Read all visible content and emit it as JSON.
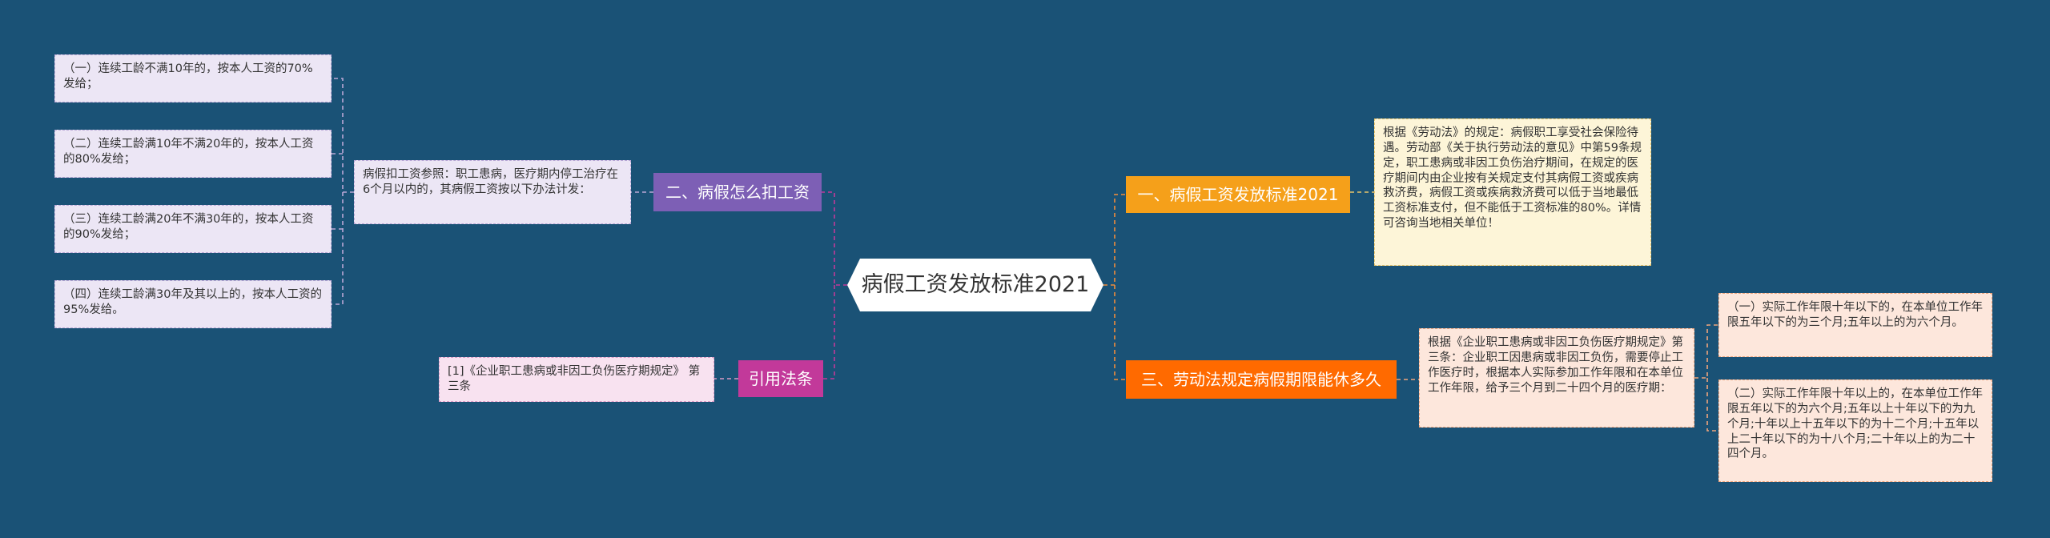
{
  "root": {
    "title": "病假工资发放标准2021"
  },
  "branches": {
    "left_top": "二、病假怎么扣工资",
    "left_bottom": "引用法条",
    "right_top": "一、病假工资发放标准2021",
    "right_bottom": "三、劳动法规定病假期限能休多久"
  },
  "leaves": {
    "deduct_intro": "病假扣工资参照：职工患病，医疗期内停工治疗在6个月以内的，其病假工资按以下办法计发：",
    "deduct_items": [
      "（一）连续工龄不满10年的，按本人工资的70%发给；",
      "（二）连续工龄满10年不满20年的，按本人工资的80%发给；",
      "（三）连续工龄满20年不满30年的，按本人工资的90%发给；",
      "（四）连续工龄满30年及其以上的，按本人工资的95%发给。"
    ],
    "citation": "[1]《企业职工患病或非因工负伤医疗期规定》 第三条",
    "standard": "根据《劳动法》的规定：病假职工享受社会保险待遇。劳动部《关于执行劳动法的意见》中第59条规定，职工患病或非因工负伤治疗期间，在规定的医疗期间内由企业按有关规定支付其病假工资或疾病救济费，病假工资或疾病救济费可以低于当地最低工资标准支付，但不能低于工资标准的80%。详情可咨询当地相关单位！",
    "period_intro": "根据《企业职工患病或非因工负伤医疗期规定》第三条：企业职工因患病或非因工负伤，需要停止工作医疗时，根据本人实际参加工作年限和在本单位工作年限，给予三个月到二十四个月的医疗期：",
    "period_items": [
      "（一）实际工作年限十年以下的，在本单位工作年限五年以下的为三个月;五年以上的为六个月。",
      "（二）实际工作年限十年以上的，在本单位工作年限五年以下的为六个月;五年以上十年以下的为九个月;十年以上十五年以下的为十二个月;十五年以上二十年以下的为十八个月;二十年以上的为二十四个月。"
    ]
  },
  "colors": {
    "background": "#1a5276",
    "purple": "#7d5fb5",
    "magenta": "#c2399a",
    "orange_light": "#f5a01a",
    "orange_dark": "#ff6a00",
    "connector": "#f08c3a"
  }
}
